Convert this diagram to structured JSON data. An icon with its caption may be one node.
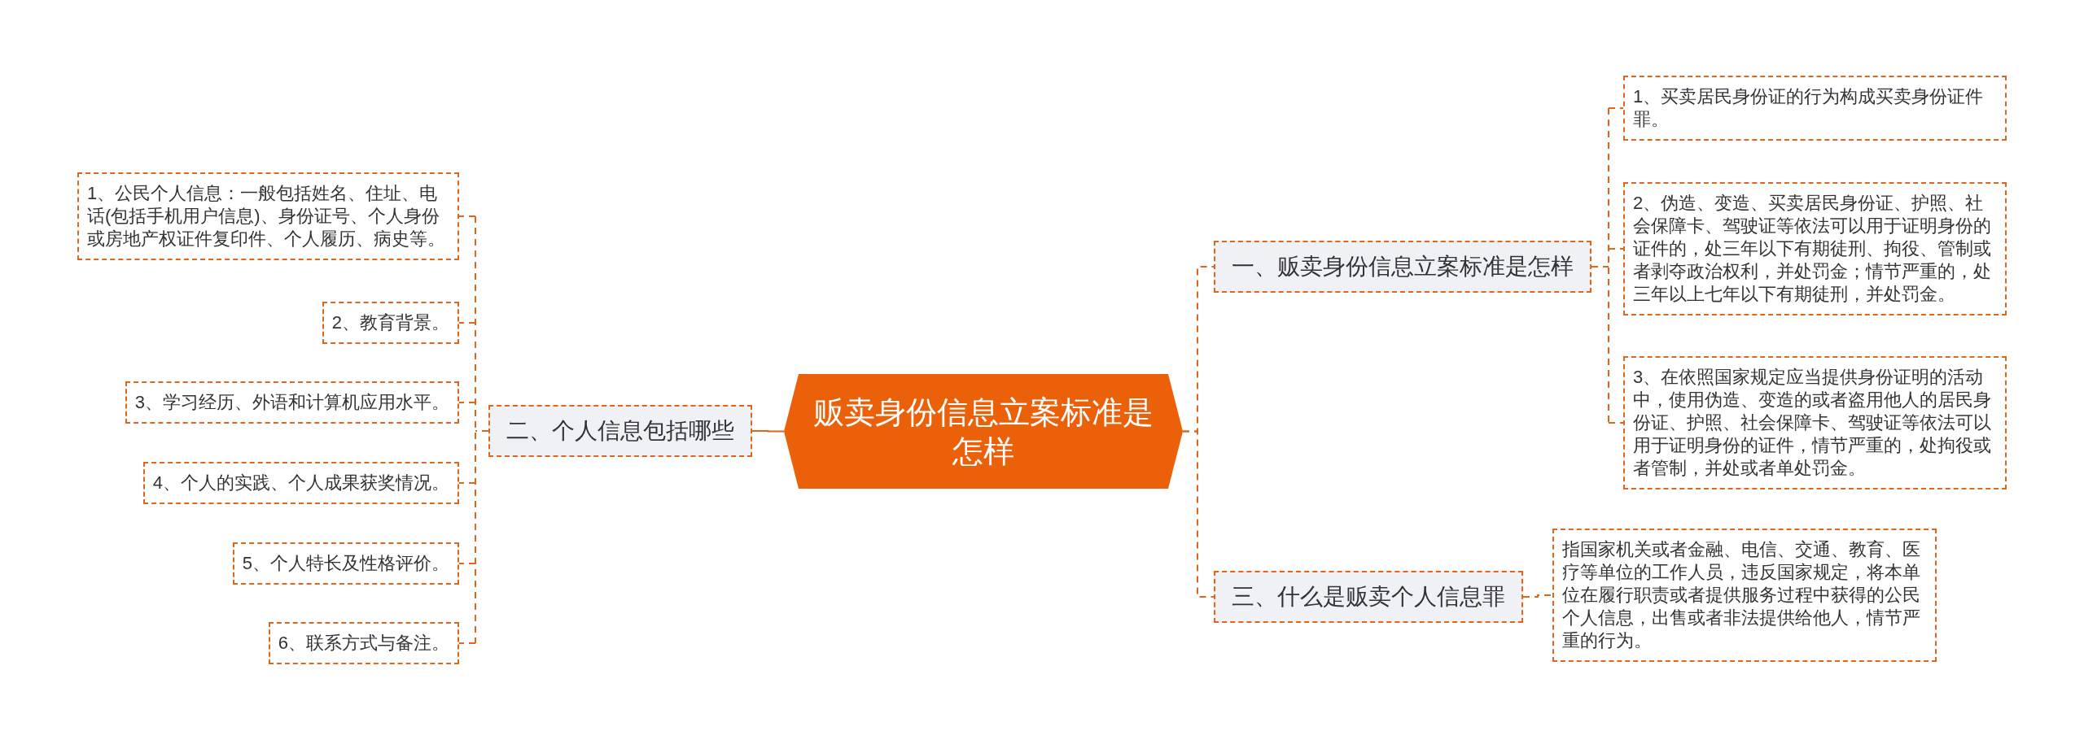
{
  "diagram": {
    "nodes": [
      {
        "text": [
          "贩卖身份信息立案标准是怎样"
        ]
      },
      {
        "text": [
          "一、贩卖身份信息立案标准是怎样"
        ]
      },
      {
        "text": [
          "1、买卖居民身份证的行为构成买卖身份证件罪。"
        ]
      },
      {
        "text": [
          "2、伪造、变造、买卖居民身份证、护照、社会保障卡、驾驶证等依法可以用于证明身份的证件的，处三年以下有期徒刑、拘役、管制或者剥夺政治权利，并处罚金；情节严重的，处三年以上七年以下有期徒刑，并处罚金。"
        ]
      },
      {
        "text": [
          "3、在依照国家规定应当提供身份证明的活动中，使用伪造、变造的或者盗用他人的居民身份证、护照、社会保障卡、驾驶证等依法可以用于证明身份的证件，情节严重的，处拘役或者管制，并处或者单处罚金。"
        ]
      },
      {
        "text": [
          "二、个人信息包括哪些"
        ]
      },
      {
        "text": [
          "1、公民个人信息：一般包括姓名、住址、电话(包括手机用户信息)、身份证号、个人身份或房地产权证件复印件、个人履历、病史等。"
        ]
      },
      {
        "text": [
          "2、教育背景。"
        ]
      },
      {
        "text": [
          "3、学习经历、外语和计算机应用水平。"
        ]
      },
      {
        "text": [
          "4、个人的实践、个人成果获奖情况。"
        ]
      },
      {
        "text": [
          "5、个人特长及性格评价。"
        ]
      },
      {
        "text": [
          "6、联系方式与备注。"
        ]
      },
      {
        "text": [
          "三、什么是贩卖个人信息罪"
        ]
      },
      {
        "text": [
          "指国家机关或者金融、电信、交通、教育、医疗等单位的工作人员，违反国家规定，将本单位在履行职责或者提供服务过程中获得的公民个人信息，出售或者非法提供给他人，情节严重的行为。"
        ]
      }
    ],
    "edges": [
      {
        "from": 0,
        "to": 1,
        "arrow": "none",
        "style": "dashed"
      },
      {
        "from": 0,
        "to": 5,
        "arrow": "none"
      },
      {
        "from": 0,
        "to": 12,
        "arrow": "none",
        "style": "dashed"
      },
      {
        "from": 1,
        "to": 2,
        "arrow": "none",
        "style": "dashed"
      },
      {
        "from": 1,
        "to": 3,
        "arrow": "none",
        "style": "dashed"
      },
      {
        "from": 1,
        "to": 4,
        "arrow": "none",
        "style": "dashed"
      },
      {
        "from": 5,
        "to": 6,
        "arrow": "none",
        "style": "dashed"
      },
      {
        "from": 5,
        "to": 7,
        "arrow": "none",
        "style": "dashed"
      },
      {
        "from": 5,
        "to": 8,
        "arrow": "none",
        "style": "dashed"
      },
      {
        "from": 5,
        "to": 9,
        "arrow": "none",
        "style": "dashed"
      },
      {
        "from": 5,
        "to": 10,
        "arrow": "none",
        "style": "dashed"
      },
      {
        "from": 5,
        "to": 11,
        "arrow": "none",
        "style": "dashed"
      },
      {
        "from": 12,
        "to": 13,
        "arrow": "none",
        "style": "dashed"
      }
    ]
  }
}
